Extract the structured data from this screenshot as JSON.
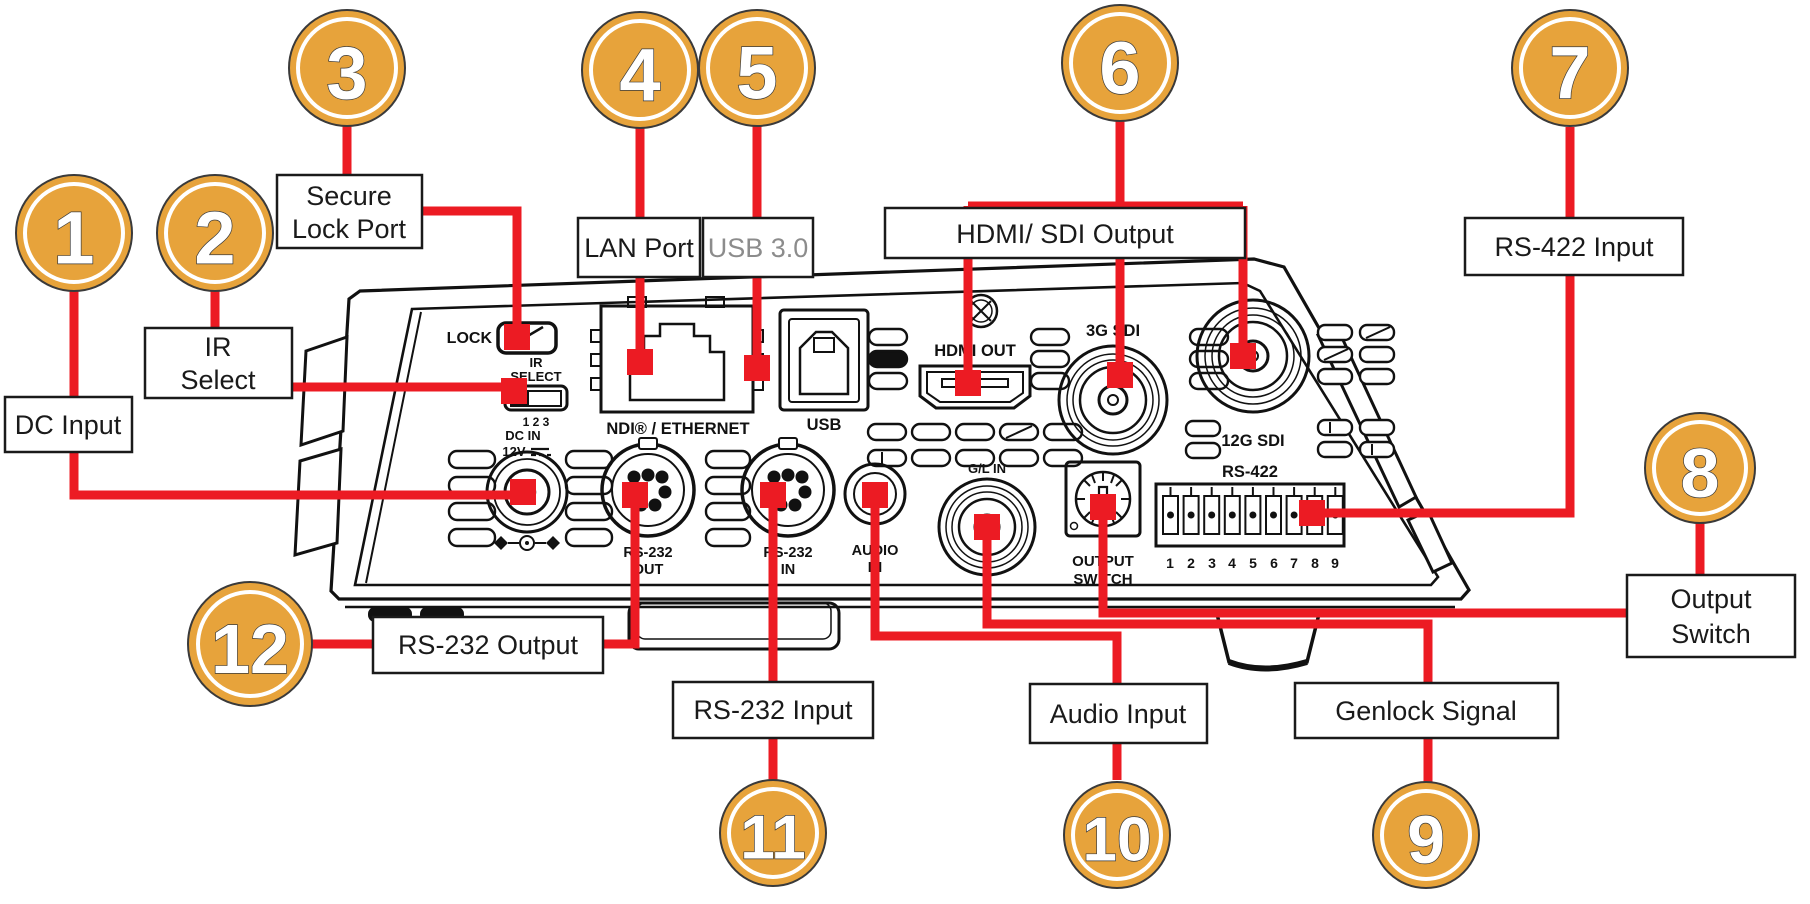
{
  "colors": {
    "badge_gold": "#E7A33B",
    "callout_red": "#EC1B23",
    "ink": "#111111",
    "usb3_gray": "#8C8C8C",
    "background": "#FFFFFF"
  },
  "callouts": [
    {
      "number": "1",
      "label": "DC Input",
      "lines": [
        "DC Input"
      ]
    },
    {
      "number": "2",
      "label": "IR Select",
      "lines": [
        "IR",
        "Select"
      ]
    },
    {
      "number": "3",
      "label": "Secure Lock Port",
      "lines": [
        "Secure",
        "Lock Port"
      ]
    },
    {
      "number": "4",
      "label": "LAN Port",
      "lines": [
        "LAN Port"
      ]
    },
    {
      "number": "5",
      "label": "USB 3.0",
      "lines": [
        "USB 3.0"
      ]
    },
    {
      "number": "6",
      "label": "HDMI/ SDI Output",
      "lines": [
        "HDMI/ SDI Output"
      ]
    },
    {
      "number": "7",
      "label": "RS-422 Input",
      "lines": [
        "RS-422 Input"
      ]
    },
    {
      "number": "8",
      "label": "Output Switch",
      "lines": [
        "Output",
        "Switch"
      ]
    },
    {
      "number": "9",
      "label": "Genlock Signal",
      "lines": [
        "Genlock Signal"
      ]
    },
    {
      "number": "10",
      "label": "Audio Input",
      "lines": [
        "Audio Input"
      ]
    },
    {
      "number": "11",
      "label": "RS-232 Input",
      "lines": [
        "RS-232 Input"
      ]
    },
    {
      "number": "12",
      "label": "RS-232 Output",
      "lines": [
        "RS-232 Output"
      ]
    }
  ],
  "panel_labels": {
    "lock": "LOCK",
    "ir_line1": "IR",
    "ir_line2": "SELECT",
    "ir_positions": "1  2  3",
    "dc_line1": "DC IN",
    "dc_line2": "12V",
    "ndi_ethernet": "NDI® / ETHERNET",
    "usb": "USB",
    "hdmi_out": "HDMI OUT",
    "sdi_3g": "3G SDI",
    "sdi_12g": "12G SDI",
    "rs422": "RS-422",
    "rs422_pins": [
      "1",
      "2",
      "3",
      "4",
      "5",
      "6",
      "7",
      "8",
      "9"
    ],
    "rs232_out_line1": "RS-232",
    "rs232_out_line2": "OUT",
    "rs232_in_line1": "RS-232",
    "rs232_in_line2": "IN",
    "audio_line1": "AUDIO",
    "audio_line2": "IN",
    "gl_in": "G/L IN",
    "output_switch_line1": "OUTPUT",
    "output_switch_line2": "SWITCH"
  }
}
